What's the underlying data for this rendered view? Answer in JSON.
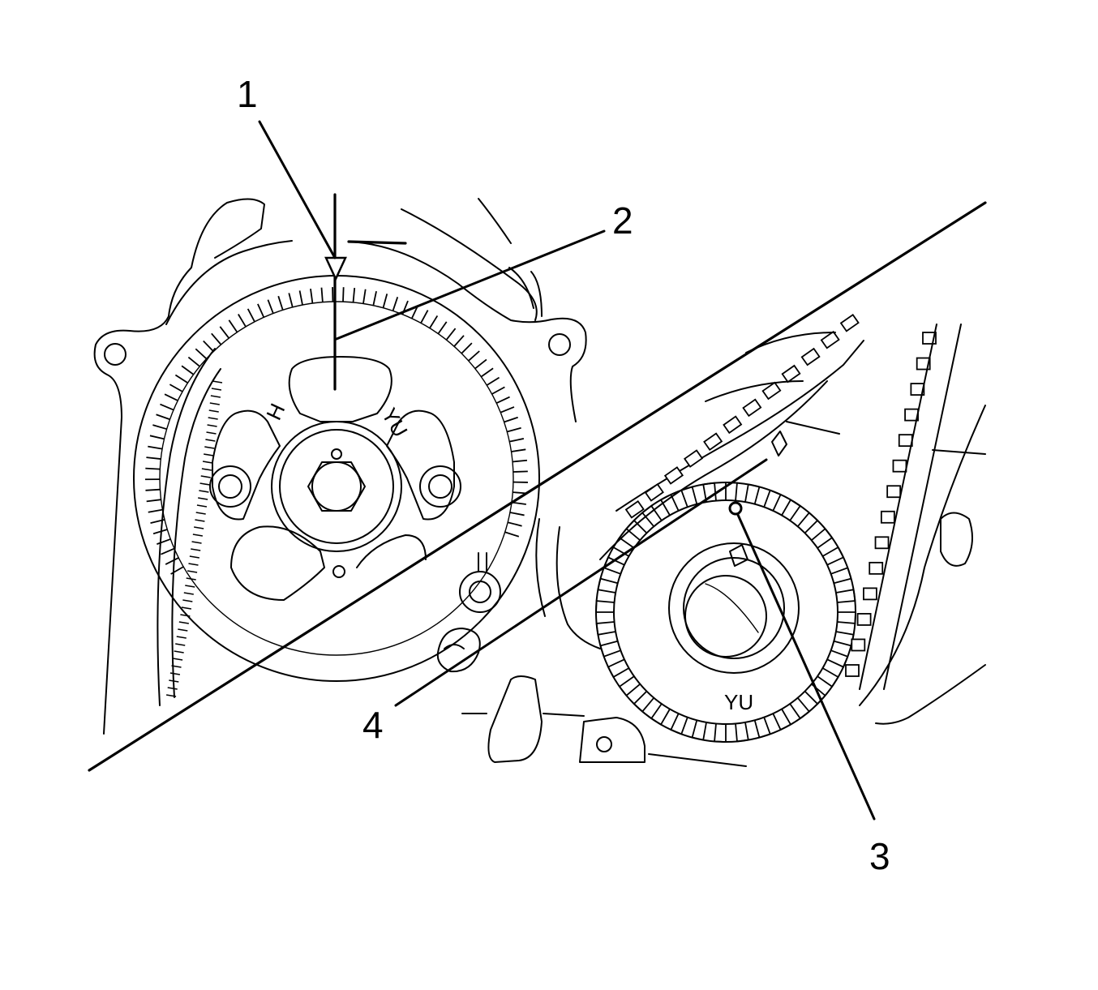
{
  "callouts": {
    "c1": "1",
    "c2": "2",
    "c3": "3",
    "c4": "4"
  },
  "marks": {
    "camshaft_left": "H",
    "camshaft_right": "YU",
    "crankshaft": "YU"
  }
}
